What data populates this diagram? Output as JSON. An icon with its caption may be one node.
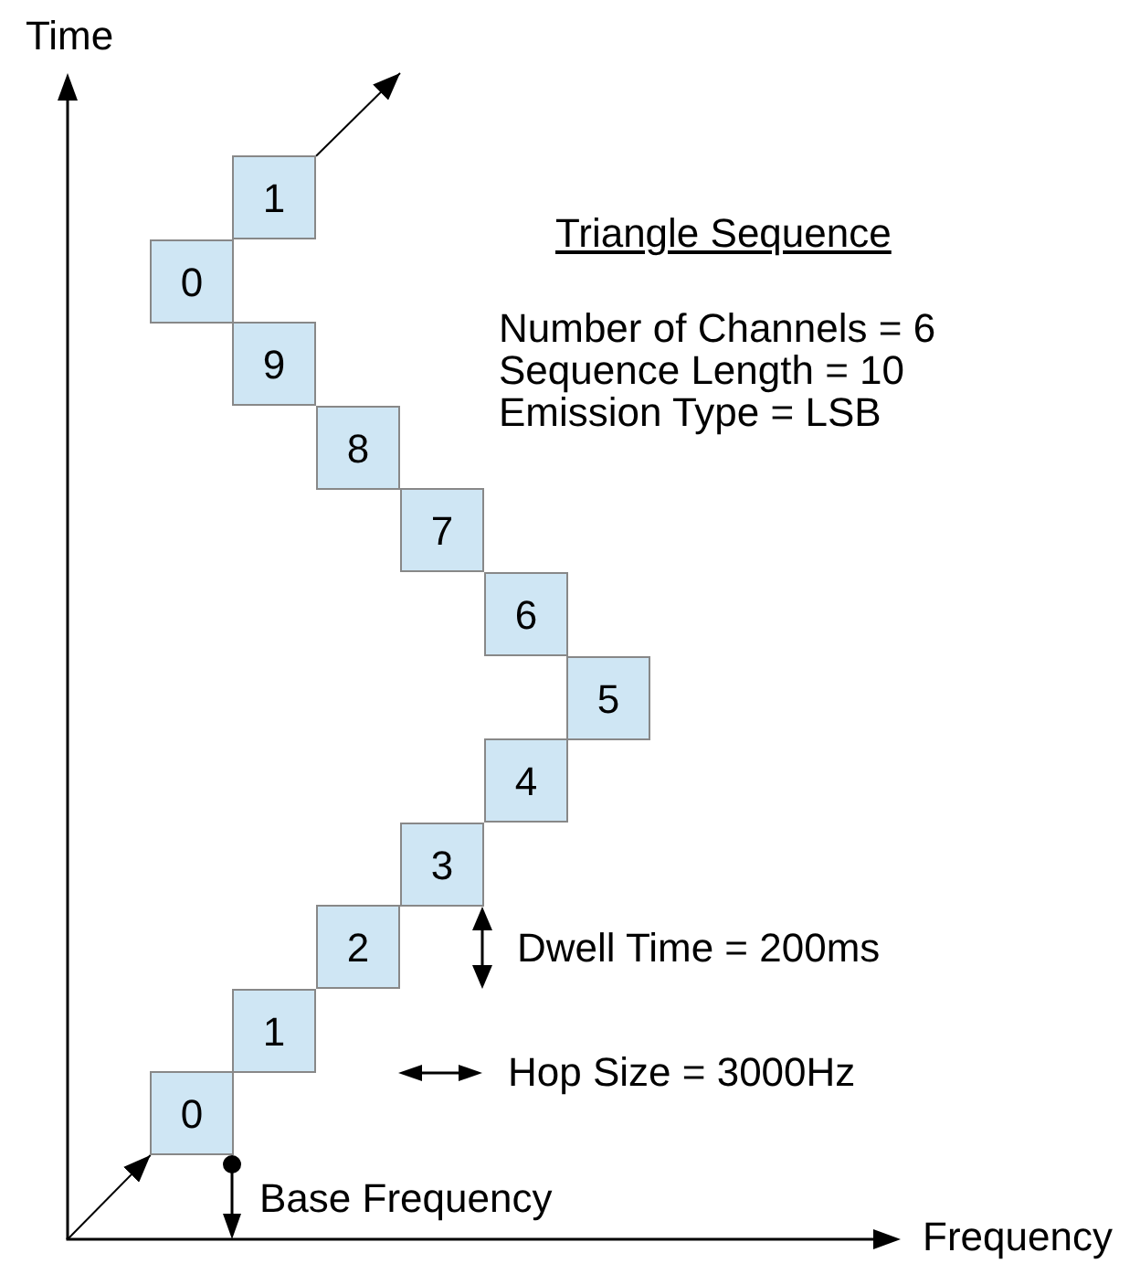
{
  "diagram": {
    "title": "Triangle Sequence",
    "nodes": [
      {
        "text": [
          "1"
        ]
      },
      {
        "text": [
          "0"
        ]
      },
      {
        "text": [
          "9"
        ]
      },
      {
        "text": [
          "8"
        ]
      },
      {
        "text": [
          "7"
        ]
      },
      {
        "text": [
          "6"
        ]
      },
      {
        "text": [
          "5"
        ]
      },
      {
        "text": [
          "4"
        ]
      },
      {
        "text": [
          "3"
        ]
      },
      {
        "text": [
          "2"
        ]
      },
      {
        "text": [
          "1"
        ]
      },
      {
        "text": [
          "0"
        ]
      }
    ],
    "edges": [
      {
        "from": null,
        "to": 11,
        "arrow": "to"
      },
      {
        "from": 0,
        "to": null,
        "arrow": "to"
      }
    ],
    "labels": [
      "Time",
      "Number of Channels = 6",
      "Sequence Length = 10",
      "Emission Type = LSB",
      "Dwell Time = 200ms",
      "Hop Size = 3000Hz",
      "Base Frequency",
      "Frequency"
    ]
  }
}
